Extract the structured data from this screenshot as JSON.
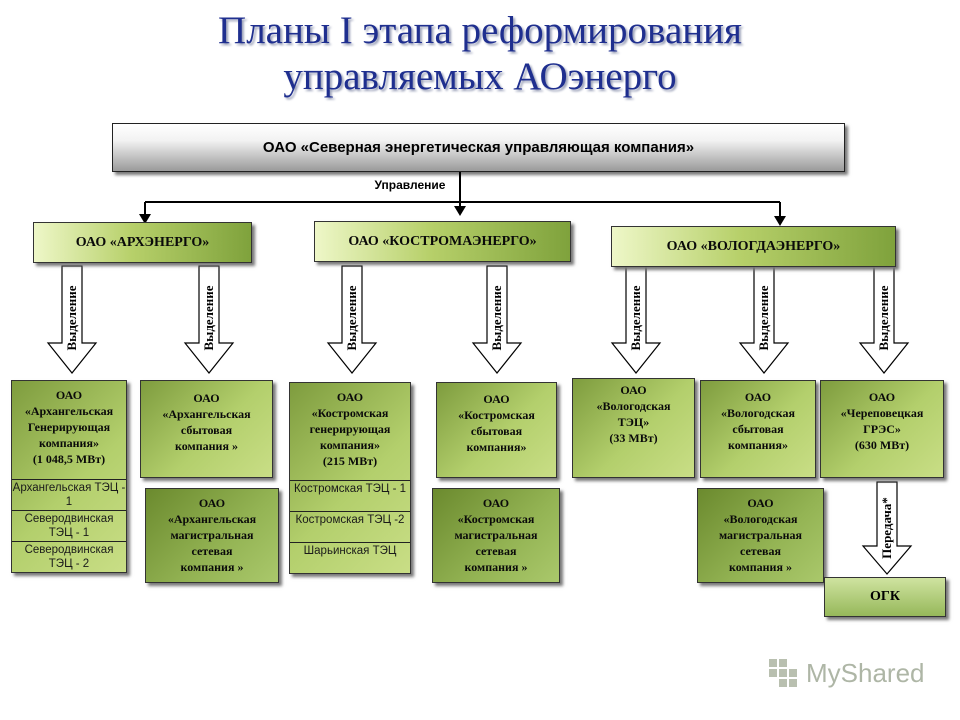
{
  "title": {
    "line1": "Планы I этапа реформирования",
    "line2": "управляемых АОэнерго"
  },
  "top_company": "ОАО «Северная энергетическая управляющая компания»",
  "management_label": "Управление",
  "spin_label": "Выделение",
  "transfer_label": "Передача*",
  "regional": [
    {
      "name": "ОАО «АРХЭНЕРГО»"
    },
    {
      "name": "ОАО «КОСТРОМАЭНЕРГО»"
    },
    {
      "name": "ОАО «ВОЛОГДАЭНЕРГО»"
    }
  ],
  "companies": {
    "arkh_gen": {
      "lines": [
        "ОАО",
        "«Архангельская",
        "Генерирующая",
        "компания»",
        "(1 048,5 МВт)"
      ],
      "plants": [
        "Архангельская ТЭЦ - 1",
        "Северодвинская ТЭЦ - 1",
        "Северодвинская ТЭЦ - 2"
      ]
    },
    "arkh_sales": {
      "lines": [
        "ОАО",
        "«Архангельская",
        "сбытовая",
        "компания »"
      ]
    },
    "arkh_grid": {
      "lines": [
        "ОАО",
        "«Архангельская",
        "магистральная",
        "сетевая",
        "компания »"
      ]
    },
    "kostr_gen": {
      "lines": [
        "ОАО",
        "«Костромская",
        "генерирующая",
        "компания»",
        "(215 МВт)"
      ],
      "plants": [
        "Костромская ТЭЦ - 1",
        "Костромская ТЭЦ -2",
        "Шарьинская ТЭЦ"
      ]
    },
    "kostr_sales": {
      "lines": [
        "ОАО",
        "«Костромская",
        "сбытовая",
        "компания»"
      ]
    },
    "kostr_grid": {
      "lines": [
        "ОАО",
        "«Костромская",
        "магистральная",
        "сетевая",
        "компания »"
      ]
    },
    "vol_tec": {
      "lines": [
        "ОАО",
        "«Вологодская",
        "ТЭЦ»",
        "(33 МВт)"
      ]
    },
    "vol_sales": {
      "lines": [
        "ОАО",
        "«Вологодская",
        "сбытовая",
        "компания»"
      ]
    },
    "vol_grid": {
      "lines": [
        "ОАО",
        "«Вологодская",
        "магистральная",
        "сетевая",
        "компания »"
      ]
    },
    "cher_gres": {
      "lines": [
        "ОАО",
        "«Череповецкая",
        "ГРЭС»",
        "(630 МВт)"
      ]
    }
  },
  "ogk": "ОГК",
  "watermark": {
    "text": "MyShared",
    "logo_icon": "cube-logo-icon"
  }
}
